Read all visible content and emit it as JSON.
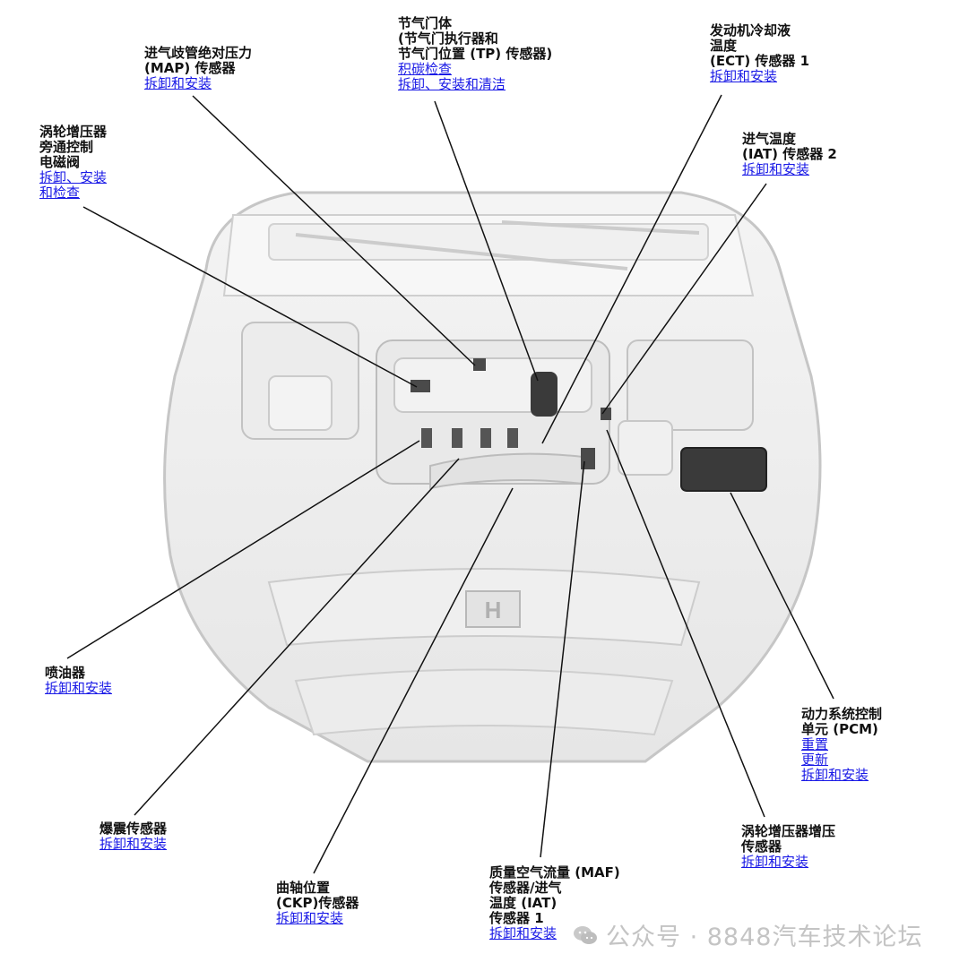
{
  "callouts": [
    {
      "id": "map",
      "title": "进气歧管绝对压力\n(MAP) 传感器",
      "links": [
        "拆卸和安装"
      ]
    },
    {
      "id": "tb",
      "title": "节气门体\n(节气门执行器和\n节气门位置 (TP) 传感器)",
      "links": [
        "积碳检查",
        "拆卸、安装和清洁"
      ]
    },
    {
      "id": "ect",
      "title": "发动机冷却液\n温度\n(ECT) 传感器 1",
      "links": [
        "拆卸和安装"
      ]
    },
    {
      "id": "turbo-bypass",
      "title": "涡轮增压器\n旁通控制\n电磁阀",
      "links": [
        "拆卸、安装",
        "和检查"
      ]
    },
    {
      "id": "iat2",
      "title": "进气温度\n(IAT) 传感器 2",
      "links": [
        "拆卸和安装"
      ]
    },
    {
      "id": "injector",
      "title": "喷油器",
      "links": [
        "拆卸和安装"
      ]
    },
    {
      "id": "pcm",
      "title": "动力系统控制\n单元 (PCM)",
      "links": [
        "重置",
        "更新",
        "拆卸和安装"
      ]
    },
    {
      "id": "knock",
      "title": "爆震传感器",
      "links": [
        "拆卸和安装"
      ]
    },
    {
      "id": "boost",
      "title": "涡轮增压器增压\n传感器",
      "links": [
        "拆卸和安装"
      ]
    },
    {
      "id": "ckp",
      "title": "曲轴位置\n(CKP)传感器",
      "links": [
        "拆卸和安装"
      ]
    },
    {
      "id": "maf",
      "title": "质量空气流量 (MAF)\n传感器/进气\n温度 (IAT)\n传感器 1",
      "links": [
        "拆卸和安装"
      ]
    }
  ],
  "watermark": "公众号 · 8848汽车技术论坛",
  "colors": {
    "link": "#1a1ae6",
    "text": "#111111",
    "leader": "#111111",
    "engine_outline": "#bdbdbd",
    "engine_fill": "#eeeeee"
  }
}
